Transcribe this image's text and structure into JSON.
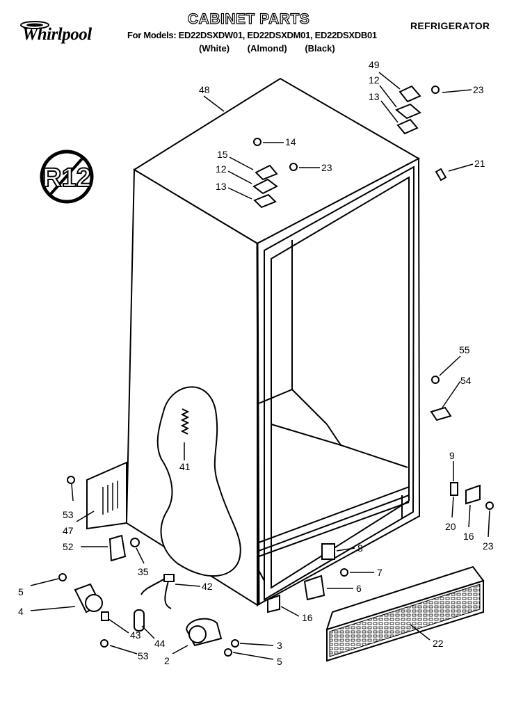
{
  "header": {
    "brand": "Whirlpool",
    "title": "CABINET PARTS",
    "models_line": "For Models: ED22DSXDW01, ED22DSXDM01, ED22DSXDB01",
    "variants": [
      "(White)",
      "(Almond)",
      "(Black)"
    ],
    "appliance": "REFRIGERATOR"
  },
  "badge": {
    "text": "R12"
  },
  "callouts": {
    "c48": "48",
    "c49": "49",
    "c12a": "12",
    "c13a": "13",
    "c23a": "23",
    "c21": "21",
    "c14": "14",
    "c15": "15",
    "c12b": "12",
    "c23b": "23",
    "c13b": "13",
    "c55": "55",
    "c54": "54",
    "c41": "41",
    "c53a": "53",
    "c47": "47",
    "c52": "52",
    "c35": "35",
    "c42": "42",
    "c5a": "5",
    "c4": "4",
    "c43": "43",
    "c44": "44",
    "c53b": "53",
    "c2": "2",
    "c3": "3",
    "c5b": "5",
    "c8": "8",
    "c7": "7",
    "c6": "6",
    "c16a": "16",
    "c22": "22",
    "c9": "9",
    "c20": "20",
    "c16b": "16",
    "c23c": "23"
  }
}
